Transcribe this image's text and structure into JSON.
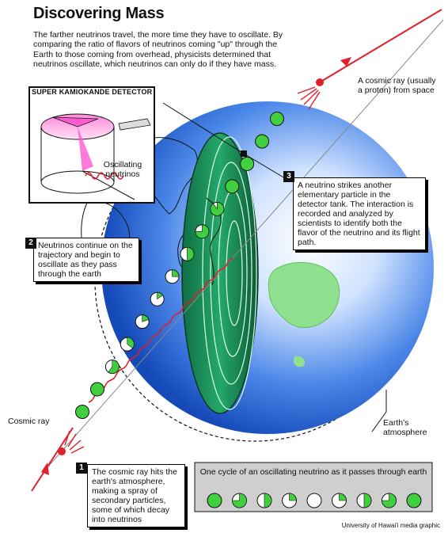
{
  "title": "Discovering Mass",
  "intro": "The farther neutrinos travel, the more time they have to oscillate. By comparing the ratio of flavors of neutrinos coming \"up\" through the Earth to those coming from overhead, physicists determined that neutrinos oscillate, which neutrinos can only do if they have mass.",
  "labels": {
    "cosmic_ray_space": "A cosmic ray (usually a proton) from space",
    "cosmic_ray": "Cosmic ray",
    "atmosphere": "Earth's atmosphere",
    "detector_title": "SUPER KAMIOKANDE DETECTOR",
    "oscillating": "Oscillating neutrinos"
  },
  "steps": [
    {
      "num": "1",
      "text": "The cosmic ray hits the earth's atmosphere, making a spray of secondary particles, some of which decay into neutrinos"
    },
    {
      "num": "2",
      "text": "Neutrinos continue on the trajectory and begin to oscillate as they pass through the earth"
    },
    {
      "num": "3",
      "text": "A neutrino strikes another elementary particle in the detector tank. The interaction is recorded and analyzed by scientists to identify both the flavor of the neutrino and its flight path."
    }
  ],
  "cycle": {
    "caption": "One cycle of an oscillating neutrino as it passes through earth",
    "green_fractions": [
      1,
      0.75,
      0.5,
      0.25,
      0,
      0.25,
      0.5,
      0.75,
      1
    ]
  },
  "path_green_fractions": [
    1,
    1,
    0.6,
    0.35,
    0.2,
    0.15,
    0.25,
    0.5,
    0.75,
    0.9,
    1,
    1,
    1,
    1
  ],
  "colors": {
    "ocean_dark": "#1a5fd0",
    "ocean_light": "#e6f0ff",
    "slice_green": "#1e9a5e",
    "neutrino_green": "#3fcf3f",
    "ray_red": "#e0202a",
    "land": "#8fe08f"
  },
  "credit": "University of Hawai'i media graphic"
}
